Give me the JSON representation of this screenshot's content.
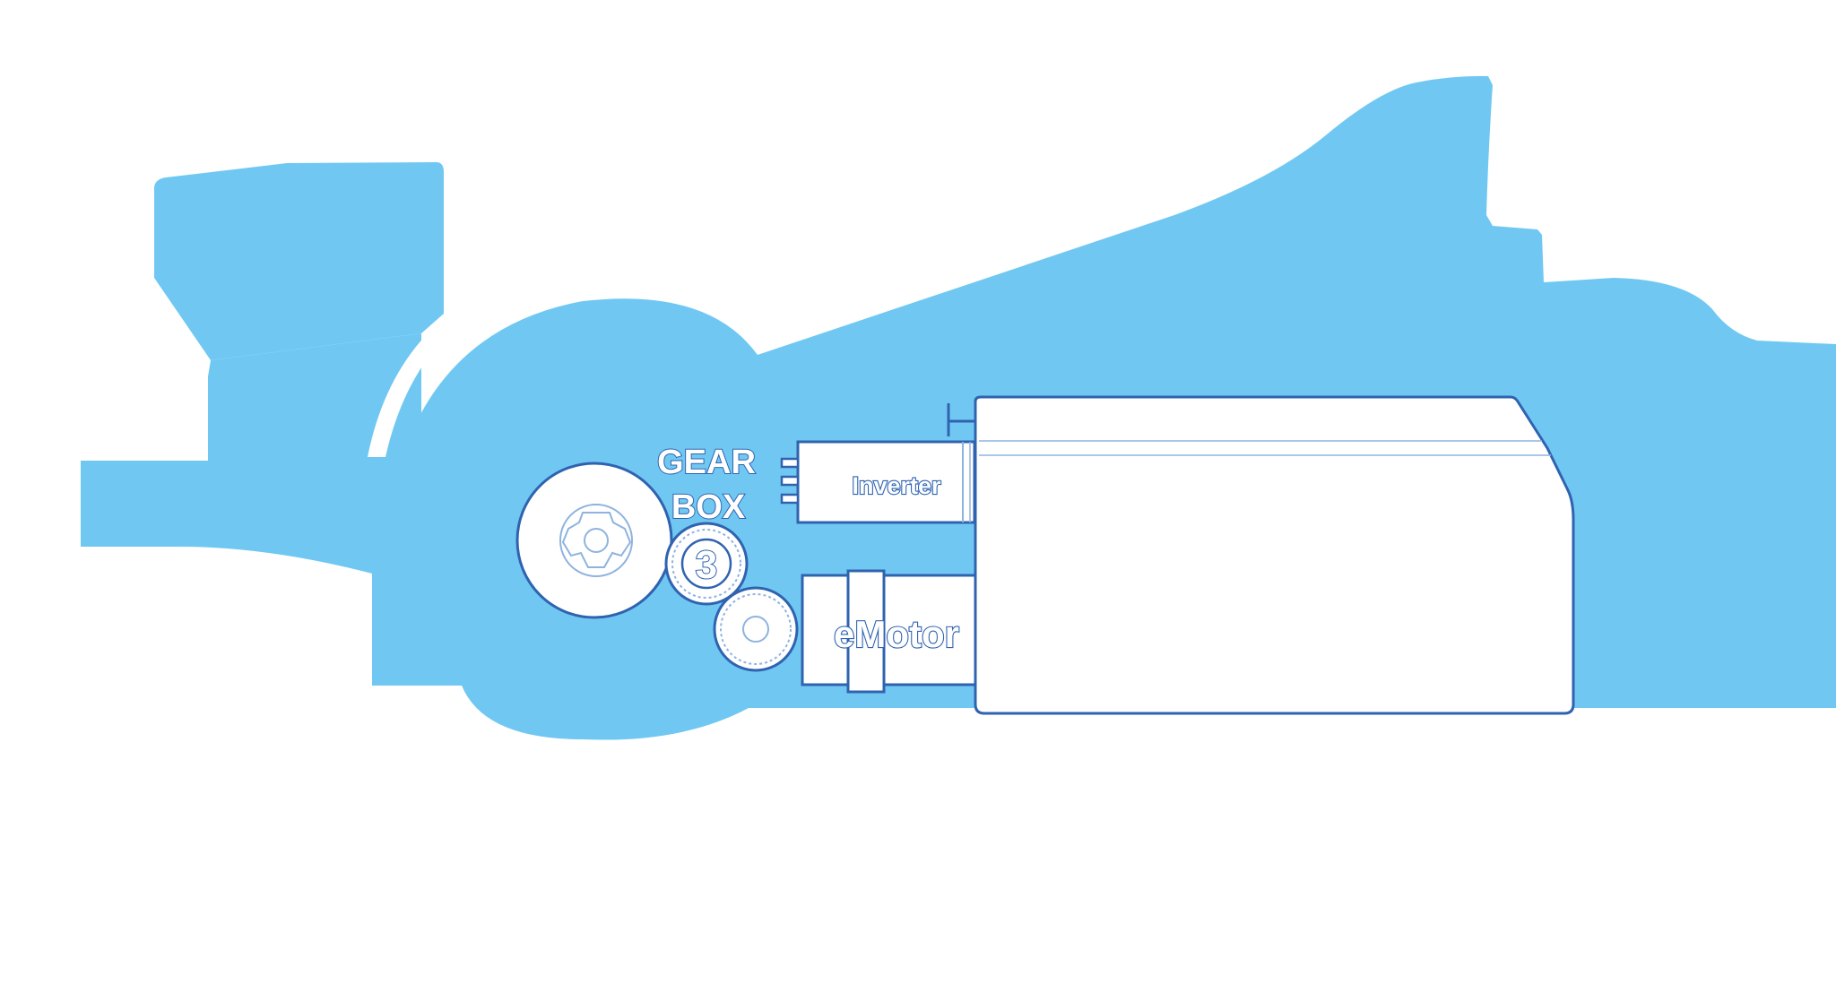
{
  "labels": {
    "gearbox_line1": "GEAR",
    "gearbox_line2": "BOX",
    "gear_number": "3",
    "inverter": "Inverter",
    "emotor": "eMotor"
  },
  "colors": {
    "car_body": "#70c8f2",
    "outline": "#2f63b0",
    "component_fill": "#ffffff",
    "background": "#ffffff"
  },
  "icons": {
    "wheel_hub": "wheel-hub-icon",
    "gear": "gear-icon"
  }
}
